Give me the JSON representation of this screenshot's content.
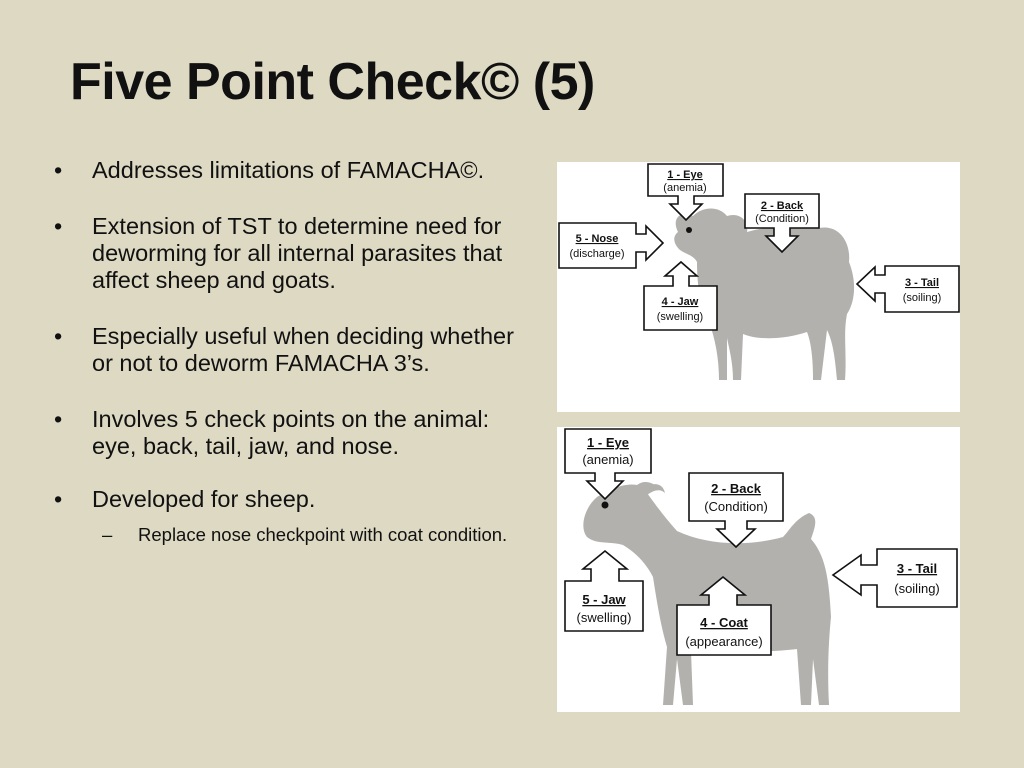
{
  "slide": {
    "title": "Five Point Check© (5)",
    "bullets": [
      "Addresses limitations of FAMACHA©.",
      "Extension of TST to determine need for deworming for all internal parasites that affect sheep and goats.",
      "Especially useful when deciding whether or not to deworm FAMACHA 3’s.",
      "Involves 5 check points on the animal: eye, back, tail, jaw, and nose.",
      "Developed for sheep."
    ],
    "sub_bullet": "Replace nose checkpoint with coat condition."
  },
  "sheep_diagram": {
    "eye": {
      "num": "1 - Eye",
      "desc": "(anemia)"
    },
    "back": {
      "num": "2 - Back",
      "desc": "(Condition)"
    },
    "nose": {
      "num": "5 - Nose",
      "desc": "(discharge)"
    },
    "tail": {
      "num": "3 - Tail",
      "desc": "(soiling)"
    },
    "jaw": {
      "num": "4 - Jaw",
      "desc": "(swelling)"
    }
  },
  "goat_diagram": {
    "eye": {
      "num": "1 - Eye",
      "desc": "(anemia)"
    },
    "back": {
      "num": "2 - Back",
      "desc": "(Condition)"
    },
    "tail": {
      "num": "3 - Tail",
      "desc": "(soiling)"
    },
    "jaw": {
      "num": "5 - Jaw",
      "desc": "(swelling)"
    },
    "coat": {
      "num": "4 - Coat",
      "desc": "(appearance)"
    }
  },
  "colors": {
    "background": "#ddd9c3",
    "animal_silhouette": "#b3b1ae",
    "panel": "#ffffff"
  }
}
